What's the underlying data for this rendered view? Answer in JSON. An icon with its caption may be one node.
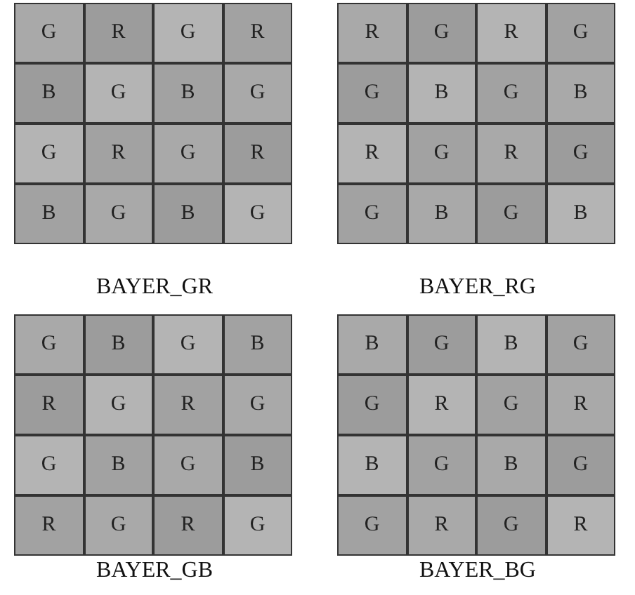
{
  "diagram": {
    "labels": [
      "G",
      "R",
      "G",
      "R",
      "B",
      "G",
      "B",
      "G",
      "G",
      "R",
      "G",
      "R",
      "B",
      "G",
      "B",
      "G",
      "BAYER_GR",
      "R",
      "G",
      "R",
      "G",
      "G",
      "B",
      "G",
      "B",
      "R",
      "G",
      "R",
      "G",
      "G",
      "B",
      "G",
      "B",
      "BAYER_RG",
      "G",
      "B",
      "G",
      "B",
      "R",
      "G",
      "R",
      "G",
      "G",
      "B",
      "G",
      "B",
      "R",
      "G",
      "R",
      "G",
      "BAYER_GB",
      "B",
      "G",
      "B",
      "G",
      "G",
      "R",
      "G",
      "R",
      "B",
      "G",
      "B",
      "G",
      "G",
      "R",
      "G",
      "R",
      "BAYER_BG"
    ]
  }
}
